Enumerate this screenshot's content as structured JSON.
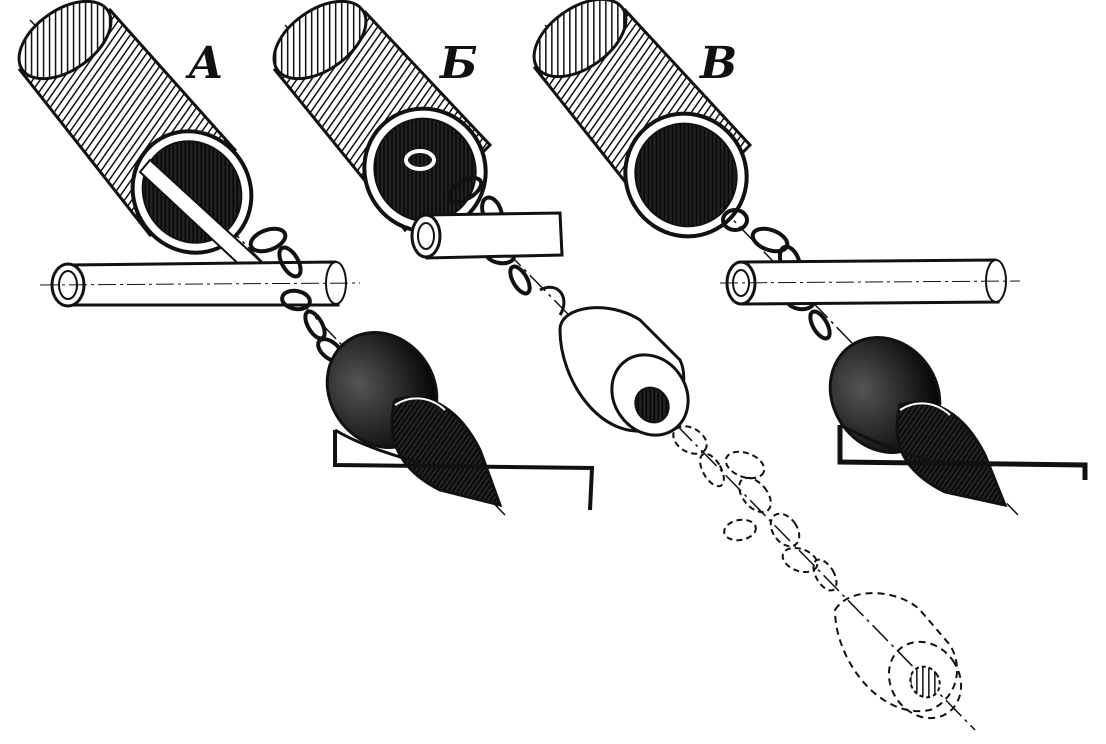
{
  "figure": {
    "panels": [
      {
        "id": "A",
        "label": "А",
        "state": "weight hanging on chain, hook resting on rod"
      },
      {
        "id": "B",
        "label": "Б",
        "state": "weight swinging freely, dashed positions shown"
      },
      {
        "id": "V",
        "label": "В",
        "state": "weight pulled up against the rod"
      }
    ]
  }
}
